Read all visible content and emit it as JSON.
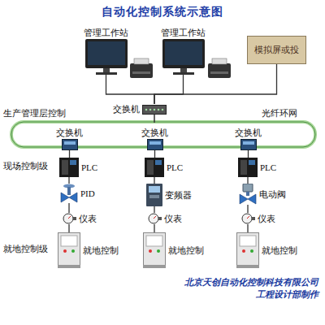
{
  "diagram": {
    "title": "自动化控制系统示意图",
    "caption": "北京天创自动化控制科技有限公司 工程设计部制作",
    "nodes": [
      {
        "text": [
          "管理工作站"
        ]
      },
      {
        "text": [
          "管理工作站"
        ]
      },
      {
        "text": [
          "模拟屏或投"
        ]
      },
      {
        "text": [
          "交换机"
        ]
      },
      {
        "text": [
          "交换机"
        ]
      },
      {
        "text": [
          "交换机"
        ]
      },
      {
        "text": [
          "交换机"
        ]
      },
      {
        "text": [
          "PLC"
        ]
      },
      {
        "text": [
          "PLC"
        ]
      },
      {
        "text": [
          "PLC"
        ]
      },
      {
        "text": [
          "PID"
        ]
      },
      {
        "text": [
          "变频器"
        ]
      },
      {
        "text": [
          "电动阀"
        ]
      },
      {
        "text": [
          "仪表"
        ]
      },
      {
        "text": [
          "仪表"
        ]
      },
      {
        "text": [
          "仪表"
        ]
      },
      {
        "text": [
          "就地控制"
        ]
      },
      {
        "text": [
          "就地控制"
        ]
      },
      {
        "text": [
          "就地控制"
        ]
      }
    ],
    "edges": [
      {
        "from": 0,
        "to": 3,
        "arrow": "none"
      },
      {
        "from": 1,
        "to": 3,
        "arrow": "none"
      },
      {
        "from": 2,
        "to": 3,
        "arrow": "none"
      },
      {
        "from": 4,
        "to": 7,
        "arrow": "none"
      },
      {
        "from": 5,
        "to": 8,
        "arrow": "none"
      },
      {
        "from": 6,
        "to": 9,
        "arrow": "none"
      },
      {
        "from": 7,
        "to": 10,
        "arrow": "none"
      },
      {
        "from": 8,
        "to": 11,
        "arrow": "none"
      },
      {
        "from": 9,
        "to": 12,
        "arrow": "none"
      },
      {
        "from": 10,
        "to": 13,
        "arrow": "none"
      },
      {
        "from": 11,
        "to": 14,
        "arrow": "none"
      },
      {
        "from": 12,
        "to": 15,
        "arrow": "none"
      },
      {
        "from": 13,
        "to": 16,
        "arrow": "none"
      },
      {
        "from": 14,
        "to": 17,
        "arrow": "none"
      },
      {
        "from": 15,
        "to": 18,
        "arrow": "none"
      }
    ],
    "labels": [
      "生产管理层控制",
      "光纤环网",
      "现场控制级",
      "就地控制级"
    ]
  }
}
